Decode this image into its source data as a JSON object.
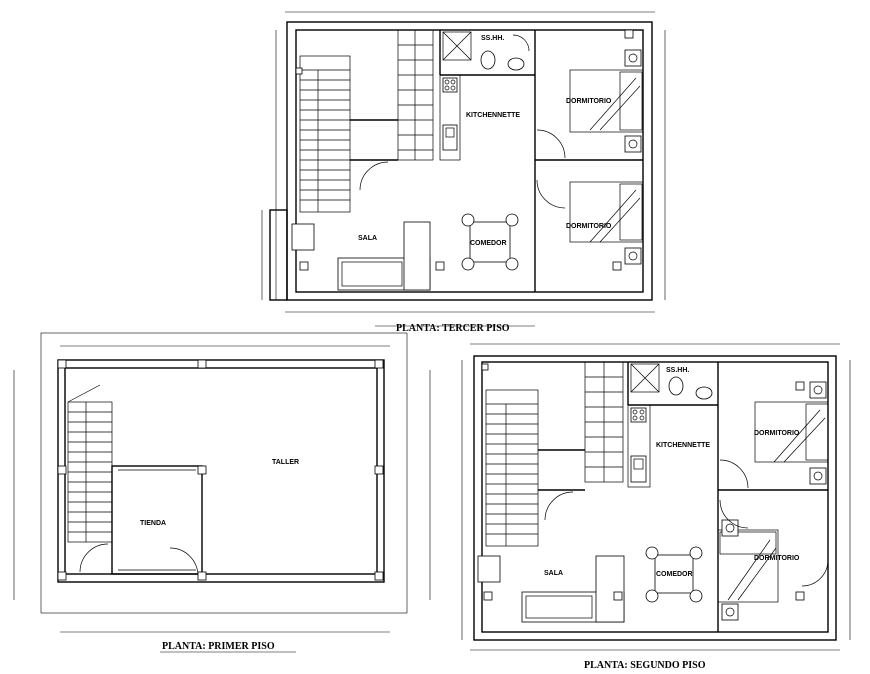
{
  "plans": {
    "tercer": {
      "title": "PLANTA: TERCER PISO",
      "rooms": {
        "sshh": "SS.HH.",
        "kitchenette": "KITCHENNETTE",
        "dormitorio_1": "DORMITORIO",
        "dormitorio_2": "DORMITORIO",
        "sala": "SALA",
        "comedor": "COMEDOR"
      }
    },
    "primer": {
      "title": "PLANTA:  PRIMER PISO",
      "rooms": {
        "taller": "TALLER",
        "tienda": "TIENDA"
      }
    },
    "segundo": {
      "title": "PLANTA: SEGUNDO PISO",
      "rooms": {
        "sshh": "SS.HH.",
        "kitchenette": "KITCHENNETTE",
        "dormitorio_1": "DORMITORIO",
        "dormitorio_2": "DORMITORIO",
        "sala": "SALA",
        "comedor": "COMEDOR"
      }
    }
  },
  "colors": {
    "line": "#000000",
    "background": "#ffffff"
  }
}
